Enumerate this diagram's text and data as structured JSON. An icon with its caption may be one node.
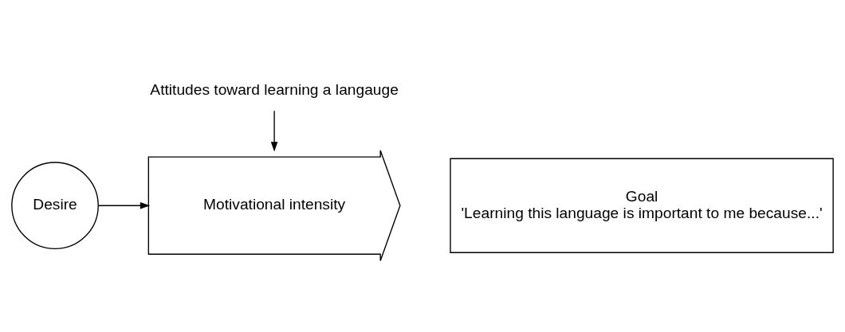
{
  "diagram": {
    "nodes": [
      {
        "text": [
          "Attitudes toward learning a langauge"
        ]
      },
      {
        "text": [
          "Desire"
        ]
      },
      {
        "text": [
          "Motivational intensity"
        ]
      },
      {
        "text": [
          "Goal",
          "'Learning this language is important to me because...'"
        ]
      }
    ],
    "edges": [
      {
        "from": 0,
        "to": 2,
        "arrow": "to"
      },
      {
        "from": 1,
        "to": 2,
        "arrow": "to"
      }
    ]
  }
}
